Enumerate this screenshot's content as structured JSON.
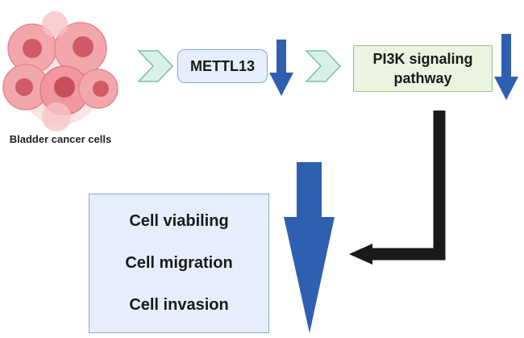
{
  "cells": {
    "caption": "Bladder cancer cells"
  },
  "nodes": {
    "mettl13": "METTL13",
    "pi3k": [
      "PI3K signaling",
      "pathway"
    ]
  },
  "outcomes": {
    "items": [
      "Cell viabiling",
      "Cell migration",
      "Cell invasion"
    ]
  },
  "colors": {
    "down_arrow": "#2f5fb0",
    "chevron_fill": "#d9f0e6",
    "chevron_stroke": "#7dbfa2",
    "elbow_arrow": "#1a1a1a",
    "cell": "#e8838a"
  }
}
